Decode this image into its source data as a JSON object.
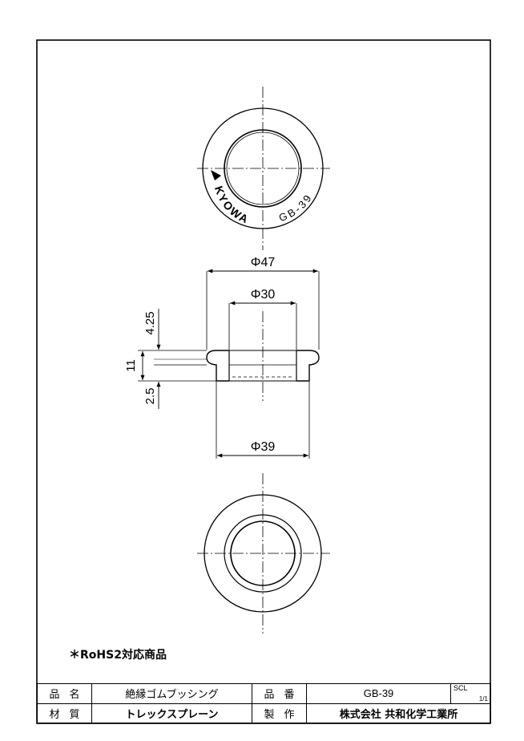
{
  "drawing": {
    "brand": "KYOWA",
    "part_marking": "GB-39",
    "dimensions": {
      "outer_diameter": "Φ47",
      "inner_diameter": "Φ30",
      "groove_diameter": "Φ39",
      "total_height": "11",
      "top_flange": "4.25",
      "bottom_flange": "2.5"
    },
    "note": "＊RoHS2対応商品"
  },
  "title_block": {
    "row1": {
      "label_a": "品名",
      "value_a": "絶縁ゴムブッシング",
      "label_b": "品番",
      "value_b": "GB-39",
      "scl_label": "SCL",
      "scl_value": "1/1"
    },
    "row2": {
      "label_a": "材質",
      "value_a": "トレックスプレーン",
      "label_b": "製作",
      "value_b": "株式会社 共和化学工業所"
    }
  },
  "colors": {
    "ink": "#000000",
    "paper": "#ffffff"
  }
}
